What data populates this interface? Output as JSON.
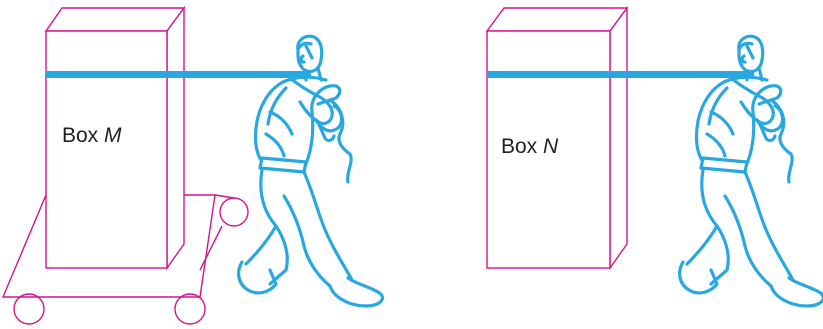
{
  "colors": {
    "box_outline": "#d4148a",
    "rope_and_figure": "#29a8e0",
    "text": "#231f20"
  },
  "left_scene": {
    "box_label_prefix": "Box ",
    "box_label_letter": "M",
    "has_cart": true
  },
  "right_scene": {
    "box_label_prefix": "Box ",
    "box_label_letter": "N",
    "has_cart": false
  },
  "icons": [
    "man-pulling-rope-icon",
    "cart-icon"
  ]
}
